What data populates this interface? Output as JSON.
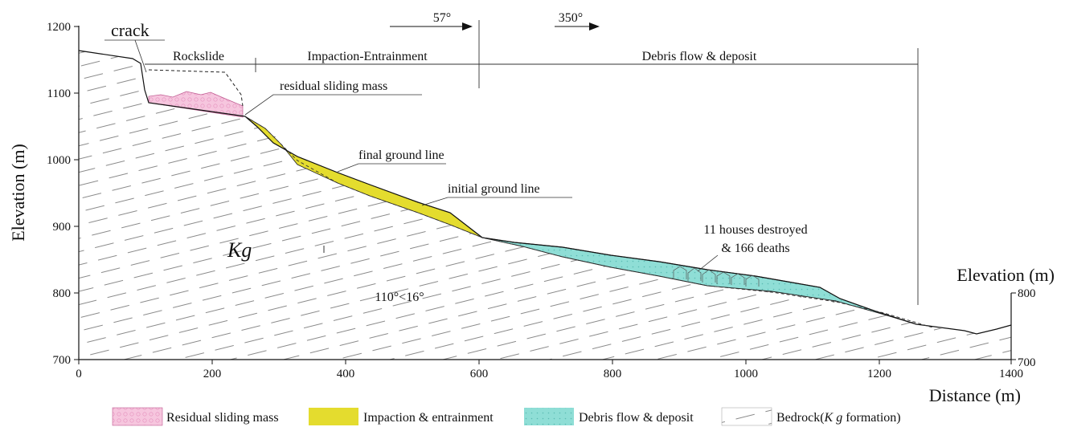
{
  "figure": {
    "y_axis_left_label": "Elevation (m)",
    "y_axis_right_label": "Elevation (m)",
    "x_axis_label": "Distance (m)",
    "x_ticks": [
      "0",
      "200",
      "400",
      "600",
      "800",
      "1000",
      "1200",
      "1400"
    ],
    "y_ticks_left": [
      "700",
      "800",
      "900",
      "1000",
      "1100",
      "1200"
    ],
    "y_ticks_right": [
      "700",
      "800"
    ]
  },
  "zones": {
    "rockslide": "Rockslide",
    "impaction": "Impaction-Entrainment",
    "debris": "Debris flow & deposit"
  },
  "directions": {
    "first": "57°",
    "second": "350°"
  },
  "annotations": {
    "crack": "crack",
    "residual": "residual sliding mass",
    "final_ground": "final ground line",
    "initial_ground": "initial ground line",
    "houses_line1": "11 houses destroyed",
    "houses_line2": "& 166 deaths",
    "formation": "Kg",
    "attitude": "110°<16°"
  },
  "legend": {
    "residual": "Residual sliding mass",
    "impaction": "Impaction & entrainment",
    "debris": "Debris flow & deposit",
    "bedrock_prefix": "Bedrock(",
    "bedrock_italic": "K g",
    "bedrock_suffix": " formation)"
  },
  "colors": {
    "residual": "#f6c6de",
    "impaction": "#e4dc2e",
    "debris": "#8fded6",
    "hatch": "#8a8a8a"
  }
}
